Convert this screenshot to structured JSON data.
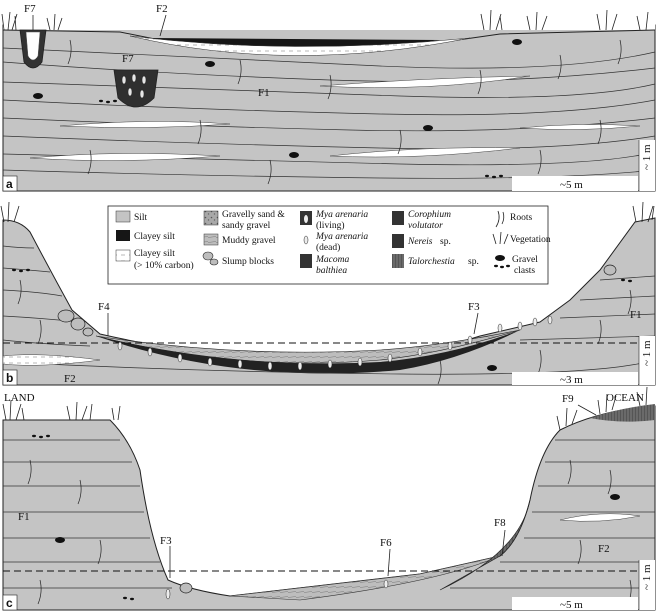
{
  "panels": [
    {
      "letter": "a",
      "scale_h": "~5 m",
      "scale_v": "~ 1 m",
      "facies": [
        "F7",
        "F2",
        "F7",
        "F1"
      ]
    },
    {
      "letter": "b",
      "scale_h": "~3 m",
      "scale_v": "~ 1 m",
      "facies": [
        "F4",
        "F3",
        "F1",
        "F2"
      ]
    },
    {
      "letter": "c",
      "scale_h": "~5 m",
      "scale_v": "~ 1 m",
      "facies": [
        "F9",
        "F1",
        "F8",
        "F6",
        "F3",
        "F2"
      ]
    }
  ],
  "sides": {
    "left": "LAND",
    "right": "OCEAN"
  },
  "legend": {
    "silt": "Silt",
    "clayey_silt": "Clayey silt",
    "clayey_silt_carbon_1": "Clayey silt",
    "clayey_silt_carbon_2": "(> 10% carbon)",
    "gravelly_1": "Gravelly sand &",
    "gravelly_2": "sandy gravel",
    "muddy_gravel": "Muddy gravel",
    "slump_blocks": "Slump blocks",
    "mya_living_1": "Mya arenaria",
    "mya_living_2": "(living)",
    "mya_dead_1": "Mya arenaria",
    "mya_dead_2": "(dead)",
    "macoma_1": "Macoma",
    "macoma_2": "balthiea",
    "corophium_1": "Corophium",
    "corophium_2": "volutator",
    "nereis_1": "Nereis",
    "nereis_2": "sp.",
    "talorchestia_1": "Talorchestia",
    "talorchestia_2": "sp.",
    "roots": "Roots",
    "vegetation": "Vegetation",
    "gravel_1": "Gravel",
    "gravel_2": "clasts"
  }
}
